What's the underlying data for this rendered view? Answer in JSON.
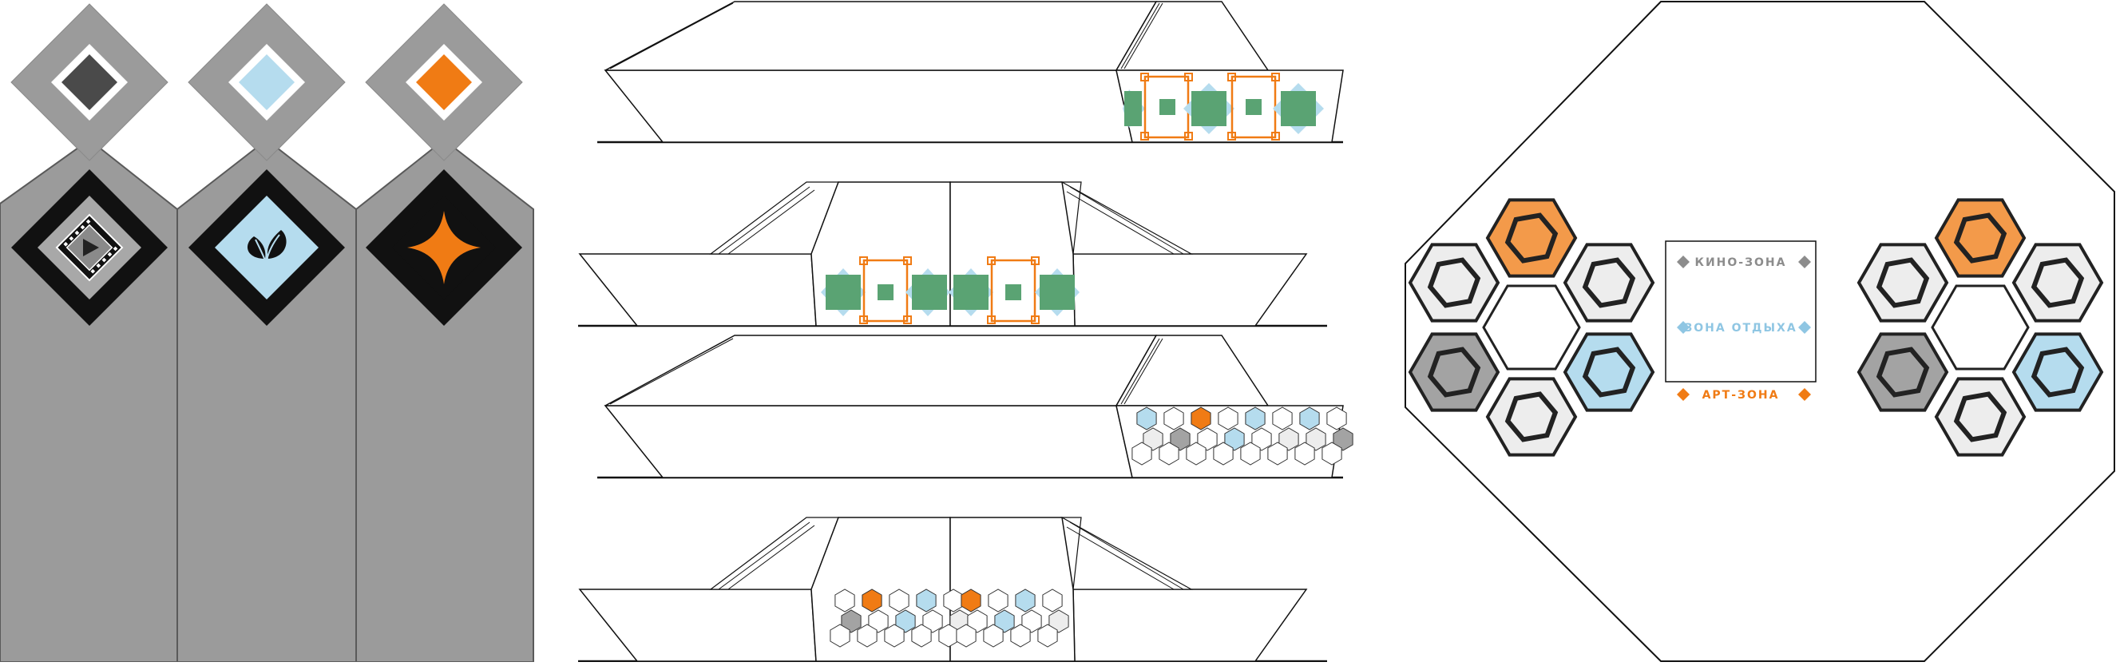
{
  "colors": {
    "grey": "#9b9b9b",
    "light_grey": "#a8a8a8",
    "dark_grey": "#4a4a4a",
    "black": "#111111",
    "light_blue": "#b5dcee",
    "orange": "#f07b14",
    "orange_soft": "#f39a4a",
    "green": "#5aa373",
    "hex_light": "#ededed",
    "hex_mid": "#a3a3a3"
  },
  "banners": [
    {
      "name": "cinema",
      "small_color": "#4a4a4a",
      "icon": "film-strip-icon"
    },
    {
      "name": "rest",
      "small_color": "#b5dcee",
      "icon": "leaves-icon"
    },
    {
      "name": "art",
      "small_color": "#f07b14",
      "icon": "four-point-star-icon"
    }
  ],
  "plan": {
    "legend": [
      {
        "label": "КИНО-ЗОНА",
        "color": "#8c8c8c"
      },
      {
        "label": "ЗОНА ОТДЫХА",
        "color": "#8fc6e3"
      },
      {
        "label": "АРТ-ЗОНА",
        "color": "#f07b14"
      }
    ]
  }
}
